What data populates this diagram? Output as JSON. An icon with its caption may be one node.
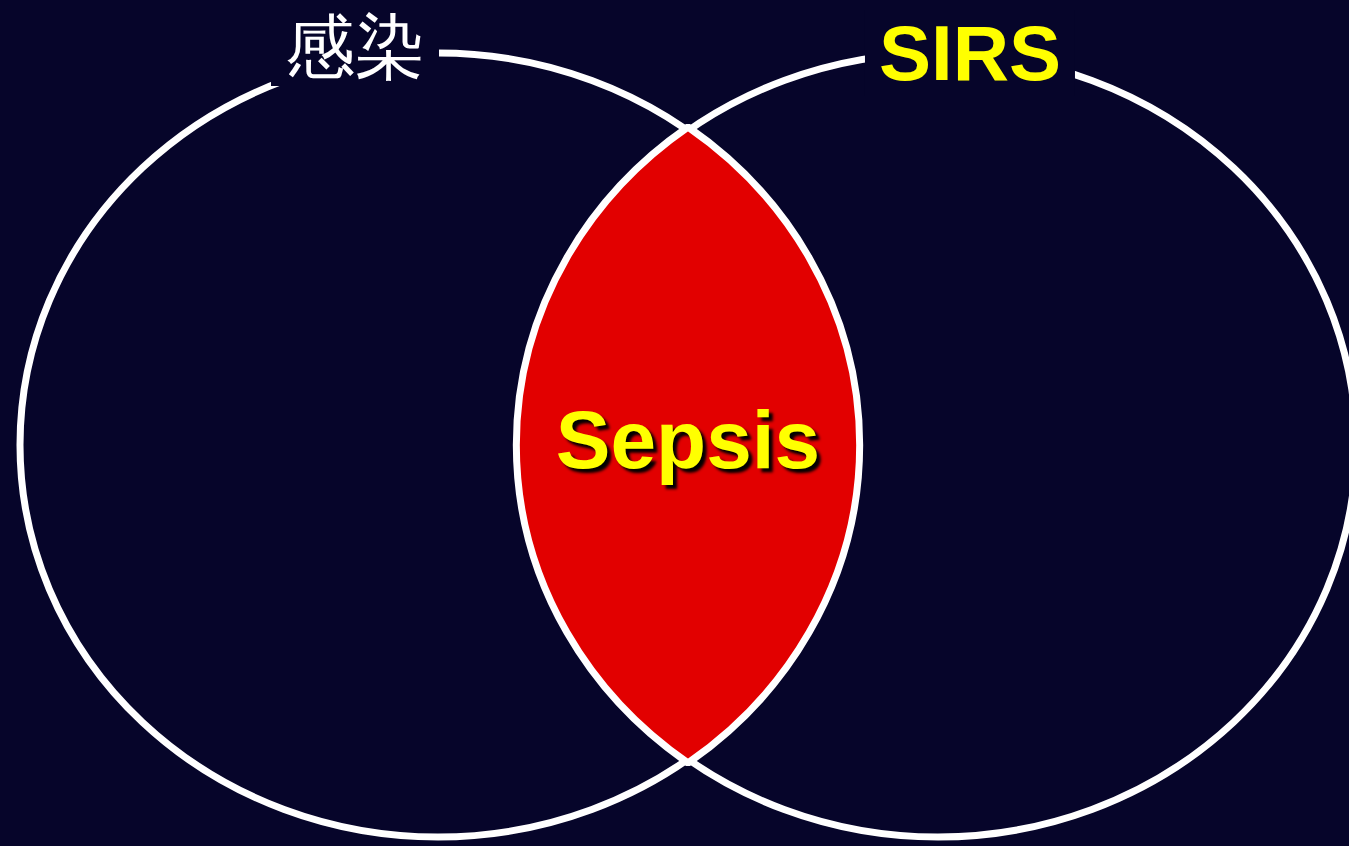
{
  "diagram": {
    "nodes": [
      {
        "text": [
          "感染"
        ]
      },
      {
        "text": [
          "SIRS"
        ]
      },
      {
        "text": [
          "Sepsis"
        ]
      }
    ]
  }
}
